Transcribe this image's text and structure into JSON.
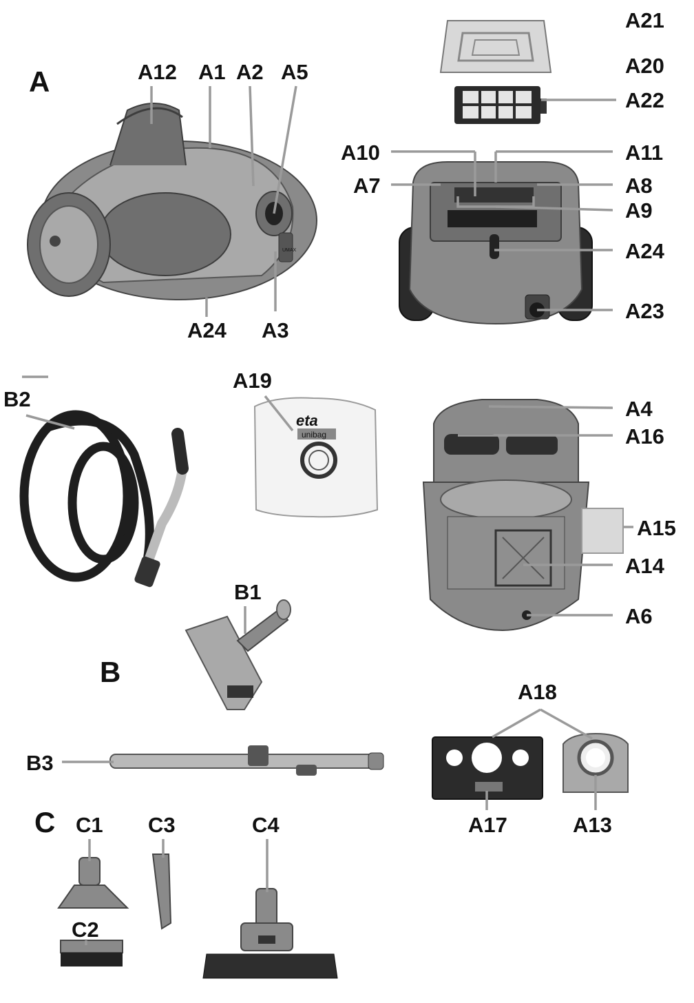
{
  "sections": {
    "a": "A",
    "b": "B",
    "c": "C"
  },
  "labels": {
    "A1": "A1",
    "A2": "A2",
    "A3": "A3",
    "A4": "A4",
    "A5": "A5",
    "A6": "A6",
    "A7": "A7",
    "A8": "A8",
    "A9": "A9",
    "A10": "A10",
    "A11": "A11",
    "A12": "A12",
    "A13": "A13",
    "A14": "A14",
    "A15": "A15",
    "A16": "A16",
    "A17": "A17",
    "A18": "A18",
    "A19": "A19",
    "A20": "A20",
    "A21": "A21",
    "A22": "A22",
    "A23": "A23",
    "A24_front": "A24",
    "A24_back": "A24",
    "B1": "B1",
    "B2": "B2",
    "B3": "B3",
    "C1": "C1",
    "C2": "C2",
    "C3": "C3",
    "C4": "C4"
  },
  "parts": {
    "vacuum_brand": "UMAX",
    "dust_bag_brand": "eta",
    "dust_bag_type": "unibag"
  },
  "colors": {
    "leader_line": "#9a9a9a",
    "label_text": "#111111",
    "body_gray": "#8a8a8a"
  }
}
